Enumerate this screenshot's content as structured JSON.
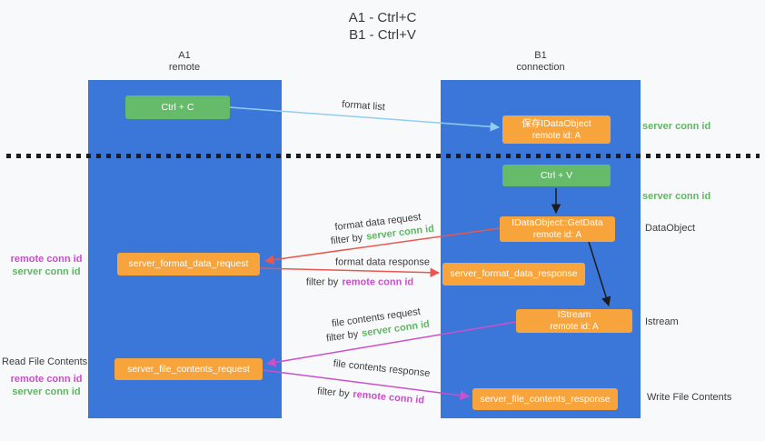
{
  "title": {
    "line1": "A1 - Ctrl+C",
    "line2": "B1 - Ctrl+V"
  },
  "columns": {
    "a1": {
      "name": "A1",
      "subtitle": "remote"
    },
    "b1": {
      "name": "B1",
      "subtitle": "connection"
    }
  },
  "nodes": {
    "ctrl_c": {
      "label": "Ctrl + C"
    },
    "save_idataobject": {
      "line1": "保存IDataObject",
      "line2": "remote id: A"
    },
    "ctrl_v": {
      "label": "Ctrl + V"
    },
    "getdata": {
      "line1": "IDataObject::GetData",
      "line2": "remote id: A"
    },
    "format_request": {
      "label": "server_format_data_request"
    },
    "format_response": {
      "label": "server_format_data_response"
    },
    "istream": {
      "line1": "IStream",
      "line2": "remote id: A"
    },
    "file_request": {
      "label": "server_file_contents_request"
    },
    "file_response": {
      "label": "server_file_contents_response"
    }
  },
  "arrow_labels": {
    "format_list": "format list",
    "format_data_request": "format data request",
    "format_data_response": "format data response",
    "file_contents_request": "file contents request",
    "file_contents_response": "file contents response",
    "filter_by": "filter by",
    "server_conn_id": "server conn id",
    "remote_conn_id": "remote conn id"
  },
  "side_labels": {
    "server_conn_id_right_1": "server conn id",
    "server_conn_id_right_2": "server conn id",
    "dataobject": "DataObject",
    "istream": "Istream",
    "write_file_contents": "Write File Contents",
    "read_file_contents": "Read File Contents",
    "remote_conn_id_left_1": "remote conn id",
    "server_conn_id_left_1": "server conn id",
    "remote_conn_id_left_2": "remote conn id",
    "server_conn_id_left_2": "server conn id"
  },
  "colors": {
    "column_blue": "#3b77d8",
    "node_green": "#66bb6a",
    "node_orange": "#f7a43c",
    "arrow_blue": "#90cdf0",
    "arrow_red": "#e8584e",
    "arrow_magenta": "#cc4fcc",
    "arrow_black": "#1c1c1c",
    "text_green": "#5fb762",
    "text_magenta": "#c94fc9"
  }
}
